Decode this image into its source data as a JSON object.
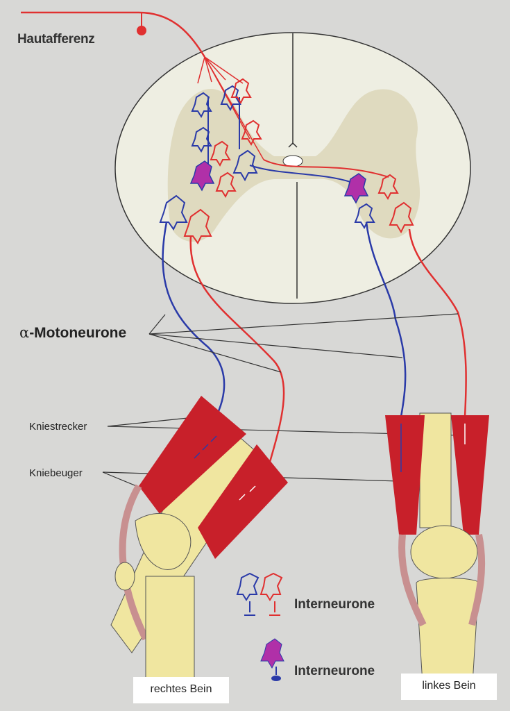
{
  "labels": {
    "hautafferenz": "Hautafferenz",
    "alpha_symbol": "α",
    "motoneurone": "-Motoneurone",
    "kniestrecker": "Kniestrecker",
    "kniebeuger": "Kniebeuger",
    "interneurone_excitatory": "Interneurone",
    "interneurone_inhibitory": "Interneurone",
    "rechtes_bein": "rechtes Bein",
    "linkes_bein": "linkes Bein"
  },
  "colors": {
    "background": "#d8d8d6",
    "spinal_cord": "#eeeee2",
    "gray_matter": "#dcd6b8",
    "red_pathway": "#e03030",
    "blue_pathway": "#2a3aa8",
    "inhibitory_interneuron": "#b030a8",
    "muscle": "#c8202a",
    "bone": "#f0e6a0"
  },
  "icons": {
    "excitatory_interneuron": "open-star-neuron-icon",
    "inhibitory_interneuron": "filled-star-neuron-icon",
    "afferent_soma": "red-dot-icon"
  }
}
